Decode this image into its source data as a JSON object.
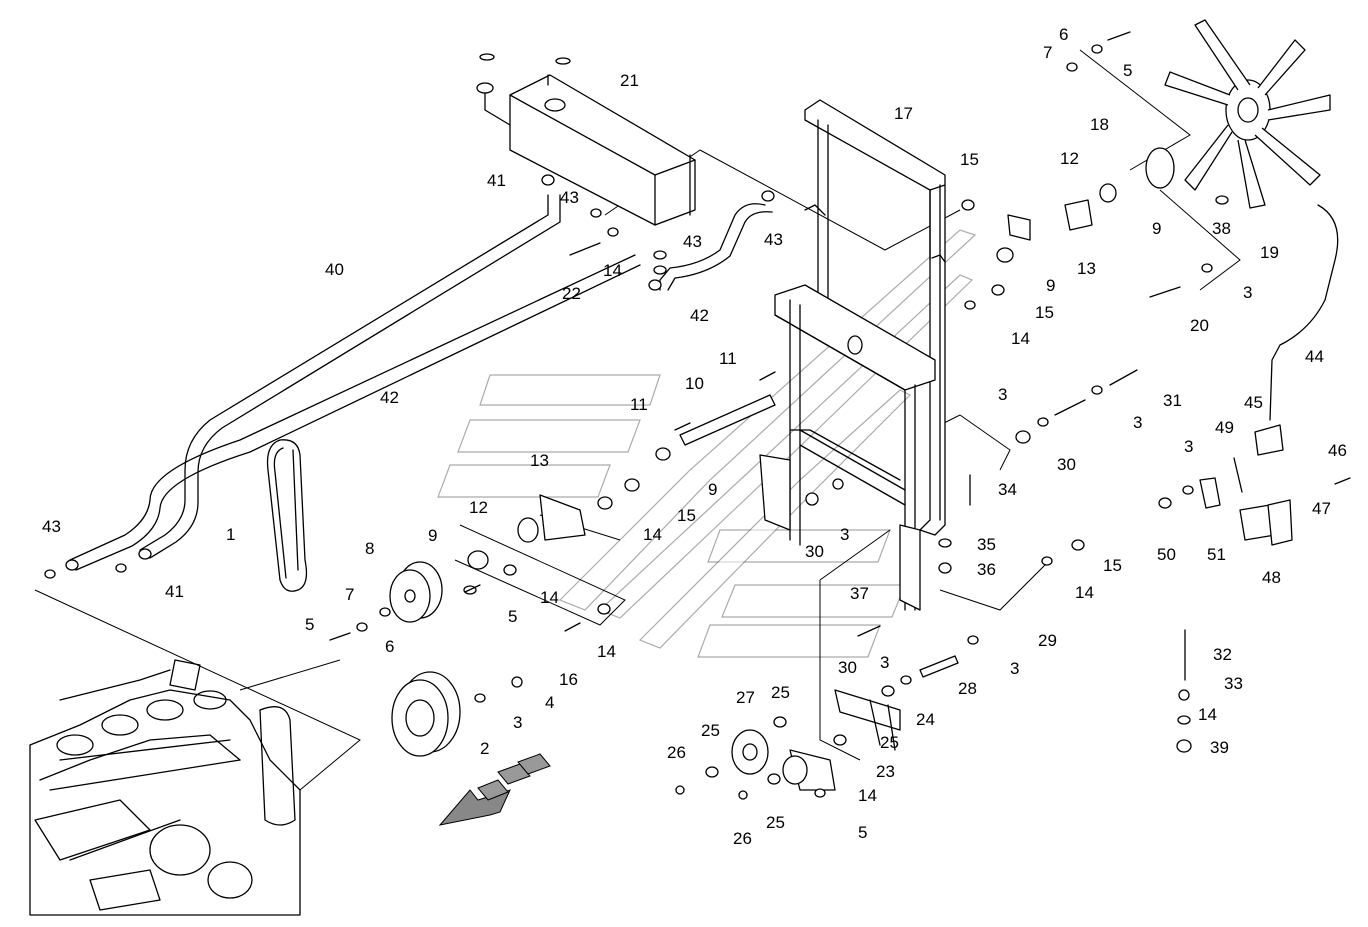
{
  "diagram": {
    "part_labels": [
      "1",
      "2",
      "3",
      "4",
      "5",
      "6",
      "7",
      "8",
      "9",
      "10",
      "11",
      "12",
      "13",
      "14",
      "15",
      "16",
      "17",
      "18",
      "19",
      "20",
      "21",
      "22",
      "23",
      "24",
      "25",
      "26",
      "27",
      "28",
      "29",
      "30",
      "31",
      "32",
      "33",
      "34",
      "35",
      "36",
      "37",
      "38",
      "39",
      "40",
      "41",
      "42",
      "43",
      "44",
      "45",
      "46",
      "47",
      "48",
      "49",
      "50",
      "51"
    ],
    "colors": {
      "line": "#000000",
      "background": "#ffffff",
      "hatch": "#777777"
    }
  }
}
